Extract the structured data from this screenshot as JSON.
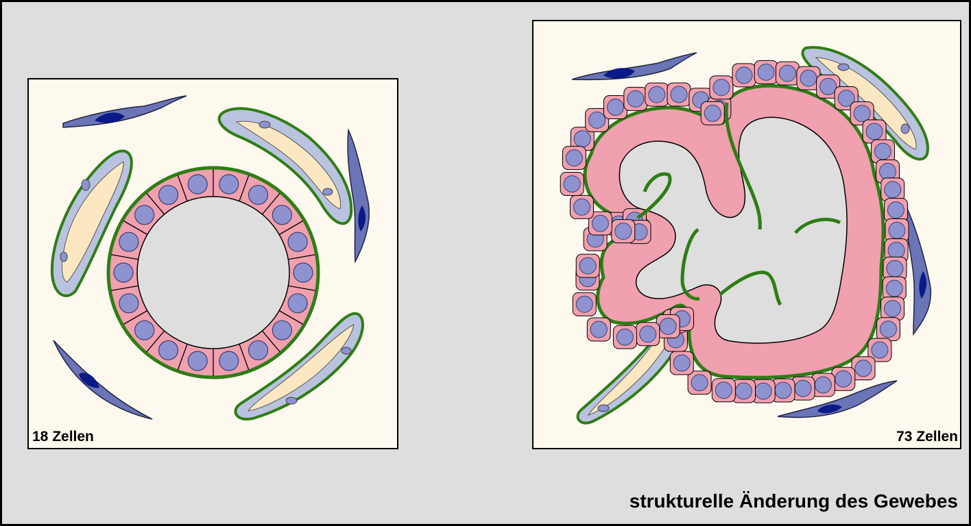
{
  "panels": {
    "left": {
      "count_label": "18 Zellen",
      "epithelial_cells": 18
    },
    "right": {
      "count_label": "73 Zellen"
    }
  },
  "caption": "strukturelle Änderung des Gewebes",
  "colors": {
    "background": "#dedede",
    "panel_fill": "#fdf9ee",
    "cell_pink": "#f0a0ae",
    "nucleus": "#8e93cf",
    "basement_membrane": "#2f7d16",
    "lumen": "#dedede",
    "fibroblast": "#6a74b6",
    "fibroblast_nucleus": "#0a1a86",
    "myoepithelial_outer": "#b9c3df",
    "myoepithelial_inner": "#fbe8c2"
  }
}
